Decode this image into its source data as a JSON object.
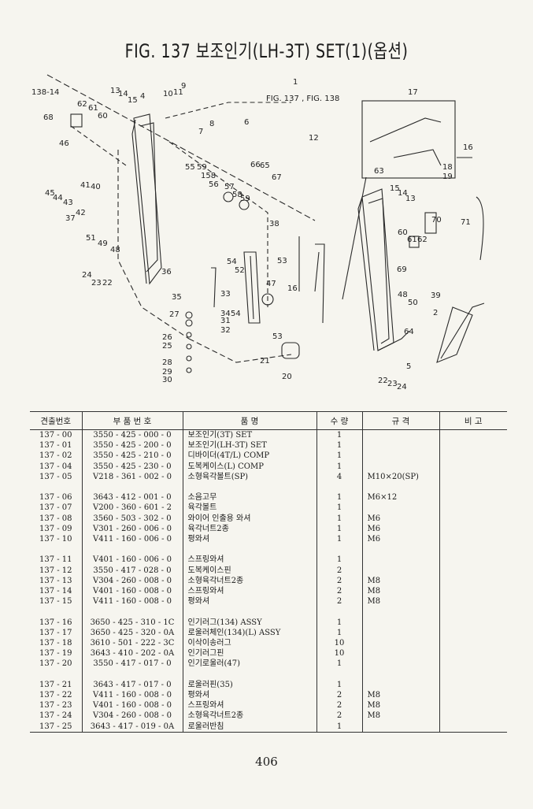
{
  "figure": {
    "title": "FIG. 137 보조인기(LH-3T) SET(1)(옵션)",
    "callouts": [
      "138-14",
      "68",
      "62",
      "61",
      "60",
      "13",
      "14",
      "15",
      "4",
      "10",
      "11",
      "9",
      "8",
      "7",
      "6",
      "1",
      "FIG. 137 , FIG. 138",
      "17",
      "16",
      "18",
      "19",
      "12",
      "46",
      "55",
      "59",
      "158",
      "56",
      "57",
      "58",
      "59",
      "66",
      "65",
      "67",
      "63",
      "45",
      "44",
      "43",
      "42",
      "41",
      "40",
      "37",
      "51",
      "49",
      "48",
      "15",
      "14",
      "13",
      "70",
      "71",
      "60",
      "61",
      "62",
      "38",
      "54",
      "53",
      "52",
      "69",
      "24",
      "23",
      "22",
      "36",
      "35",
      "33",
      "47",
      "16",
      "39",
      "48",
      "50",
      "27",
      "34",
      "54",
      "31",
      "32",
      "2",
      "26",
      "25",
      "64",
      "53",
      "21",
      "28",
      "29",
      "30",
      "20",
      "22",
      "23",
      "24",
      "5"
    ]
  },
  "table": {
    "headers": [
      "견출번호",
      "부 품 번 호",
      "품 명",
      "수 량",
      "규 격",
      "비 고"
    ],
    "groups": [
      [
        {
          "no": "137 - 00",
          "part": "3550 - 425 - 000 - 0",
          "name": "보조인기(3T) SET",
          "qty": "1",
          "spec": "",
          "note": ""
        },
        {
          "no": "137 - 01",
          "part": "3550 - 425 - 200 - 0",
          "name": "보조인기(LH-3T) SET",
          "qty": "1",
          "spec": "",
          "note": ""
        },
        {
          "no": "137 - 02",
          "part": "3550 - 425 - 210 - 0",
          "name": "디바이더(4T/L) COMP",
          "qty": "1",
          "spec": "",
          "note": ""
        },
        {
          "no": "137 - 04",
          "part": "3550 - 425 - 230 - 0",
          "name": "도복케이스(L) COMP",
          "qty": "1",
          "spec": "",
          "note": ""
        },
        {
          "no": "137 - 05",
          "part": "V218 - 361 - 002 - 0",
          "name": "소형육각볼트(SP)",
          "qty": "4",
          "spec": "M10×20(SP)",
          "note": ""
        }
      ],
      [
        {
          "no": "137 - 06",
          "part": "3643 - 412 - 001 - 0",
          "name": "소음고무",
          "qty": "1",
          "spec": "M6×12",
          "note": ""
        },
        {
          "no": "137 - 07",
          "part": "V200 - 360 - 601 - 2",
          "name": "육각볼트",
          "qty": "1",
          "spec": "",
          "note": ""
        },
        {
          "no": "137 - 08",
          "part": "3560 - 503 - 302 - 0",
          "name": "와이어 인출용 와셔",
          "qty": "1",
          "spec": "M6",
          "note": ""
        },
        {
          "no": "137 - 09",
          "part": "V301 - 260 - 006 - 0",
          "name": "육각너트2종",
          "qty": "1",
          "spec": "M6",
          "note": ""
        },
        {
          "no": "137 - 10",
          "part": "V411 - 160 - 006 - 0",
          "name": "평와셔",
          "qty": "1",
          "spec": "M6",
          "note": ""
        }
      ],
      [
        {
          "no": "137 - 11",
          "part": "V401 - 160 - 006 - 0",
          "name": "스프링와셔",
          "qty": "1",
          "spec": "",
          "note": ""
        },
        {
          "no": "137 - 12",
          "part": "3550 - 417 - 028 - 0",
          "name": "도복케이스핀",
          "qty": "2",
          "spec": "",
          "note": ""
        },
        {
          "no": "137 - 13",
          "part": "V304 - 260 - 008 - 0",
          "name": "소형육각너트2종",
          "qty": "2",
          "spec": "M8",
          "note": ""
        },
        {
          "no": "137 - 14",
          "part": "V401 - 160 - 008 - 0",
          "name": "스프링와셔",
          "qty": "2",
          "spec": "M8",
          "note": ""
        },
        {
          "no": "137 - 15",
          "part": "V411 - 160 - 008 - 0",
          "name": "평와셔",
          "qty": "2",
          "spec": "M8",
          "note": ""
        }
      ],
      [
        {
          "no": "137 - 16",
          "part": "3650 - 425 - 310 - 1C",
          "name": "인기러그(134) ASSY",
          "qty": "1",
          "spec": "",
          "note": ""
        },
        {
          "no": "137 - 17",
          "part": "3650 - 425 - 320 - 0A",
          "name": "로울러체인(134)(L) ASSY",
          "qty": "1",
          "spec": "",
          "note": ""
        },
        {
          "no": "137 - 18",
          "part": "3610 - 501 - 222 - 3C",
          "name": "이삭이송러그",
          "qty": "10",
          "spec": "",
          "note": ""
        },
        {
          "no": "137 - 19",
          "part": "3643 - 410 - 202 - 0A",
          "name": "인기러그핀",
          "qty": "10",
          "spec": "",
          "note": ""
        },
        {
          "no": "137 - 20",
          "part": "3550 - 417 - 017 - 0",
          "name": "인기로울러(47)",
          "qty": "1",
          "spec": "",
          "note": ""
        }
      ],
      [
        {
          "no": "137 - 21",
          "part": "3643 - 417 - 017 - 0",
          "name": "로울러핀(35)",
          "qty": "1",
          "spec": "",
          "note": ""
        },
        {
          "no": "137 - 22",
          "part": "V411 - 160 - 008 - 0",
          "name": "평와셔",
          "qty": "2",
          "spec": "M8",
          "note": ""
        },
        {
          "no": "137 - 23",
          "part": "V401 - 160 - 008 - 0",
          "name": "스프링와셔",
          "qty": "2",
          "spec": "M8",
          "note": ""
        },
        {
          "no": "137 - 24",
          "part": "V304 - 260 - 008 - 0",
          "name": "소형육각너트2종",
          "qty": "2",
          "spec": "M8",
          "note": ""
        },
        {
          "no": "137 - 25",
          "part": "3643 - 417 - 019 - 0A",
          "name": "로울러반침",
          "qty": "1",
          "spec": "",
          "note": ""
        }
      ]
    ]
  },
  "page_number": "406"
}
